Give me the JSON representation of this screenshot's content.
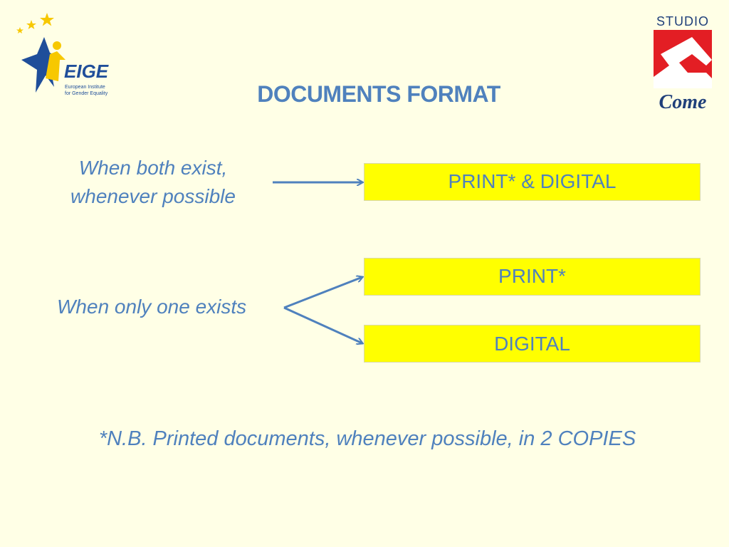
{
  "title": "DOCUMENTS FORMAT",
  "rows": {
    "both": {
      "label_line1": "When both exist,",
      "label_line2": "whenever possible",
      "box": "PRINT* & DIGITAL"
    },
    "one": {
      "label": "When only one exists",
      "box_top": "PRINT*",
      "box_bottom": "DIGITAL"
    }
  },
  "note": "*N.B. Printed documents, whenever possible, in 2 COPIES",
  "logos": {
    "eige": {
      "wordmark": "EIGE",
      "line1": "European Institute",
      "line2": "for Gender Equality"
    },
    "studio": {
      "top": "STUDIO",
      "bottom": "Come"
    }
  },
  "colors": {
    "background": "#ffffe6",
    "text": "#4f81bd",
    "box_fill": "#ffff00",
    "arrow": "#4f81bd",
    "studio_red": "#e31e24"
  }
}
